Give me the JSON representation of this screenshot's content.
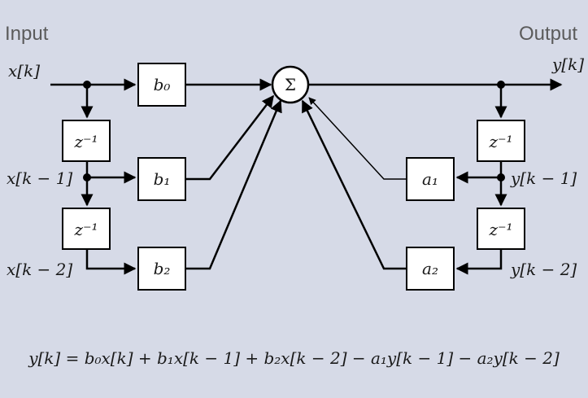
{
  "header": {
    "input_label": "Input",
    "output_label": "Output"
  },
  "signals": {
    "x_k": "x[k]",
    "x_k1": "x[k − 1]",
    "x_k2": "x[k − 2]",
    "y_k": "y[k]",
    "y_k1": "y[k − 1]",
    "y_k2": "y[k − 2]"
  },
  "blocks": {
    "b0": "b₀",
    "b1": "b₁",
    "b2": "b₂",
    "a1": "a₁",
    "a2": "a₂",
    "delay": "z⁻¹",
    "sum": "Σ"
  },
  "equation": "y[k] = b₀x[k] + b₁x[k − 1] + b₂x[k − 2] − a₁y[k − 1] − a₂y[k − 2]"
}
